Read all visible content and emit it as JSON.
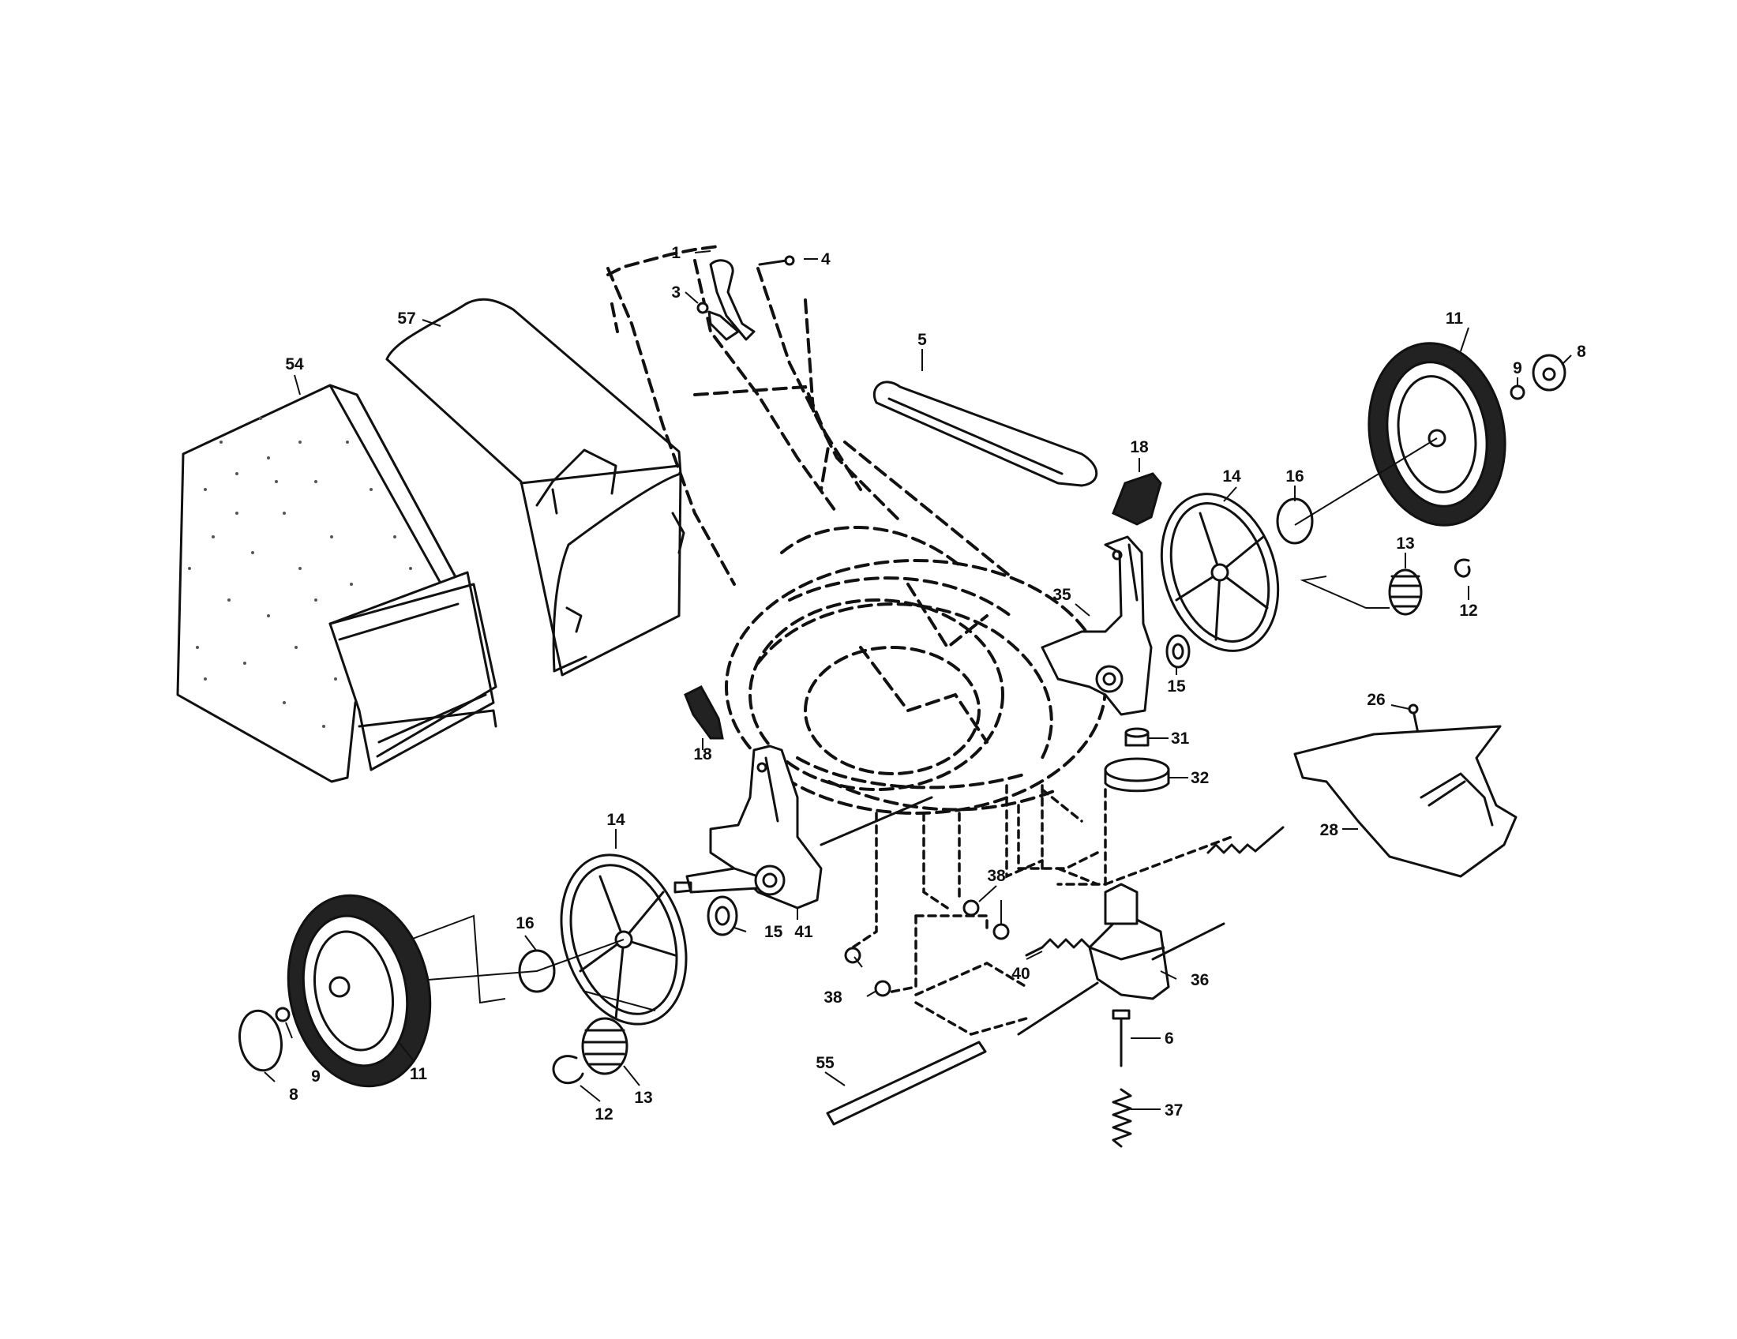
{
  "diagram": {
    "callouts": [
      {
        "id": "c1",
        "text": "1"
      },
      {
        "id": "c3",
        "text": "3"
      },
      {
        "id": "c4",
        "text": "4"
      },
      {
        "id": "c5",
        "text": "5"
      },
      {
        "id": "c54",
        "text": "54"
      },
      {
        "id": "c57",
        "text": "57"
      },
      {
        "id": "c18a",
        "text": "18"
      },
      {
        "id": "c14a",
        "text": "14"
      },
      {
        "id": "c16a",
        "text": "16"
      },
      {
        "id": "c11a",
        "text": "11"
      },
      {
        "id": "c9a",
        "text": "9"
      },
      {
        "id": "c8a",
        "text": "8"
      },
      {
        "id": "c35",
        "text": "35"
      },
      {
        "id": "c13a",
        "text": "13"
      },
      {
        "id": "c12a",
        "text": "12"
      },
      {
        "id": "c15a",
        "text": "15"
      },
      {
        "id": "c31",
        "text": "31"
      },
      {
        "id": "c32",
        "text": "32"
      },
      {
        "id": "c26",
        "text": "26"
      },
      {
        "id": "c28",
        "text": "28"
      },
      {
        "id": "c18b",
        "text": "18"
      },
      {
        "id": "c14b",
        "text": "14"
      },
      {
        "id": "c41",
        "text": "41"
      },
      {
        "id": "c15b",
        "text": "15"
      },
      {
        "id": "c16b",
        "text": "16"
      },
      {
        "id": "c38a",
        "text": "38"
      },
      {
        "id": "c38b",
        "text": "38"
      },
      {
        "id": "c40",
        "text": "40"
      },
      {
        "id": "c36",
        "text": "36"
      },
      {
        "id": "c6",
        "text": "6"
      },
      {
        "id": "c37",
        "text": "37"
      },
      {
        "id": "c55",
        "text": "55"
      },
      {
        "id": "c11b",
        "text": "11"
      },
      {
        "id": "c9b",
        "text": "9"
      },
      {
        "id": "c8b",
        "text": "8"
      },
      {
        "id": "c13b",
        "text": "13"
      },
      {
        "id": "c12b",
        "text": "12"
      }
    ]
  }
}
